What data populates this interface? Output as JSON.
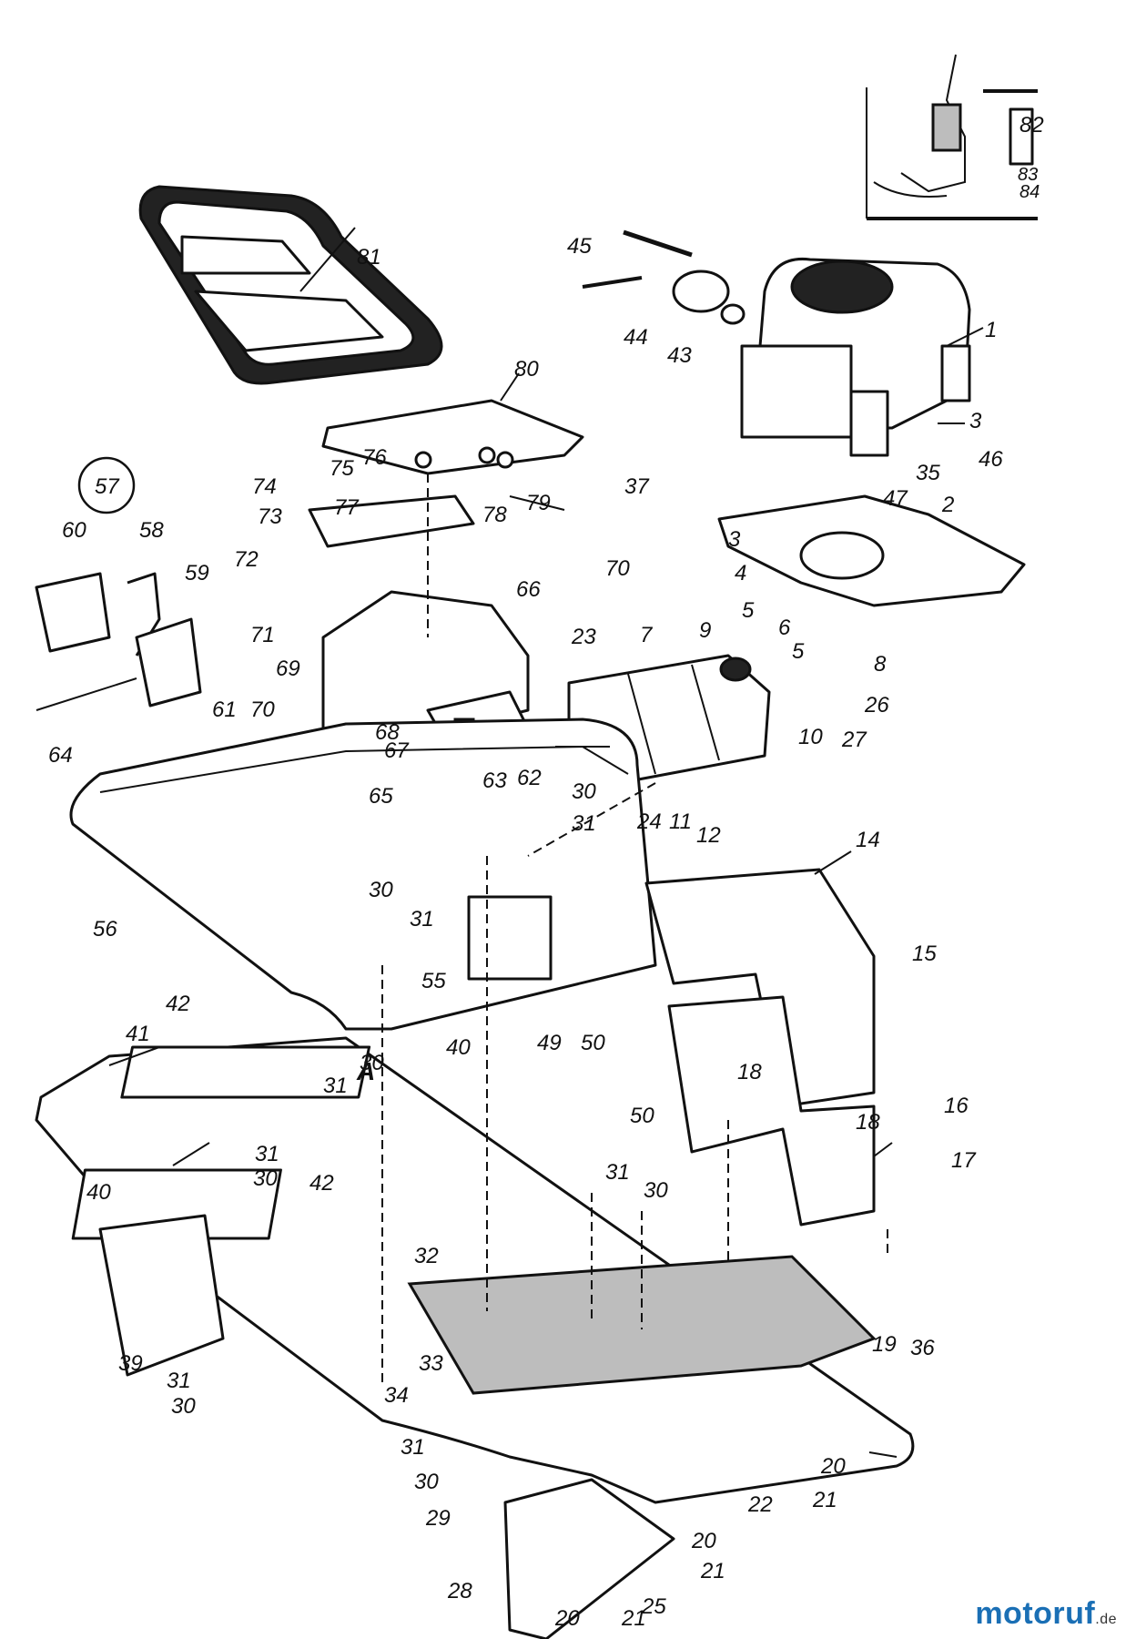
{
  "labels": {
    "l1": "1",
    "l2": "2",
    "l3a": "3",
    "l3b": "3",
    "l4": "4",
    "l5a": "5",
    "l5b": "5",
    "l6": "6",
    "l7": "7",
    "l8": "8",
    "l9": "9",
    "l10": "10",
    "l11": "11",
    "l12": "12",
    "l14": "14",
    "l15": "15",
    "l16": "16",
    "l17": "17",
    "l18a": "18",
    "l18b": "18",
    "l19": "19",
    "l20a": "20",
    "l20b": "20",
    "l20c": "20",
    "l21a": "21",
    "l21b": "21",
    "l21c": "21",
    "l22": "22",
    "l23": "23",
    "l24": "24",
    "l25": "25",
    "l26": "26",
    "l27": "27",
    "l28": "28",
    "l29": "29",
    "l30a": "30",
    "l30b": "30",
    "l30c": "30",
    "l30d": "30",
    "l30e": "30",
    "l30f": "30",
    "l30g": "30",
    "l31a": "31",
    "l31b": "31",
    "l31c": "31",
    "l31d": "31",
    "l31e": "31",
    "l31f": "31",
    "l31g": "31",
    "l32": "32",
    "l33": "33",
    "l34": "34",
    "l35": "35",
    "l36": "36",
    "l37": "37",
    "l39": "39",
    "l40a": "40",
    "l40b": "40",
    "l41": "41",
    "l42a": "42",
    "l42b": "42",
    "l43": "43",
    "l44": "44",
    "l45": "45",
    "l46": "46",
    "l47": "47",
    "l49": "49",
    "l50a": "50",
    "l50b": "50",
    "l55": "55",
    "l56": "56",
    "l57": "57",
    "l58": "58",
    "l59": "59",
    "l60": "60",
    "l61": "61",
    "l62": "62",
    "l63": "63",
    "l64": "64",
    "l65": "65",
    "l66": "66",
    "l67": "67",
    "l68": "68",
    "l69": "69",
    "l70a": "70",
    "l70b": "70",
    "l71": "71",
    "l72": "72",
    "l73": "73",
    "l74": "74",
    "l75": "75",
    "l76": "76",
    "l77": "77",
    "l78": "78",
    "l79": "79",
    "l80": "80",
    "l81": "81",
    "l82": "82",
    "l83": "83",
    "l84": "84",
    "lA": "A"
  },
  "watermark": {
    "name": "motoruf",
    "tld": ".de",
    "color": "#1a6fb5"
  }
}
